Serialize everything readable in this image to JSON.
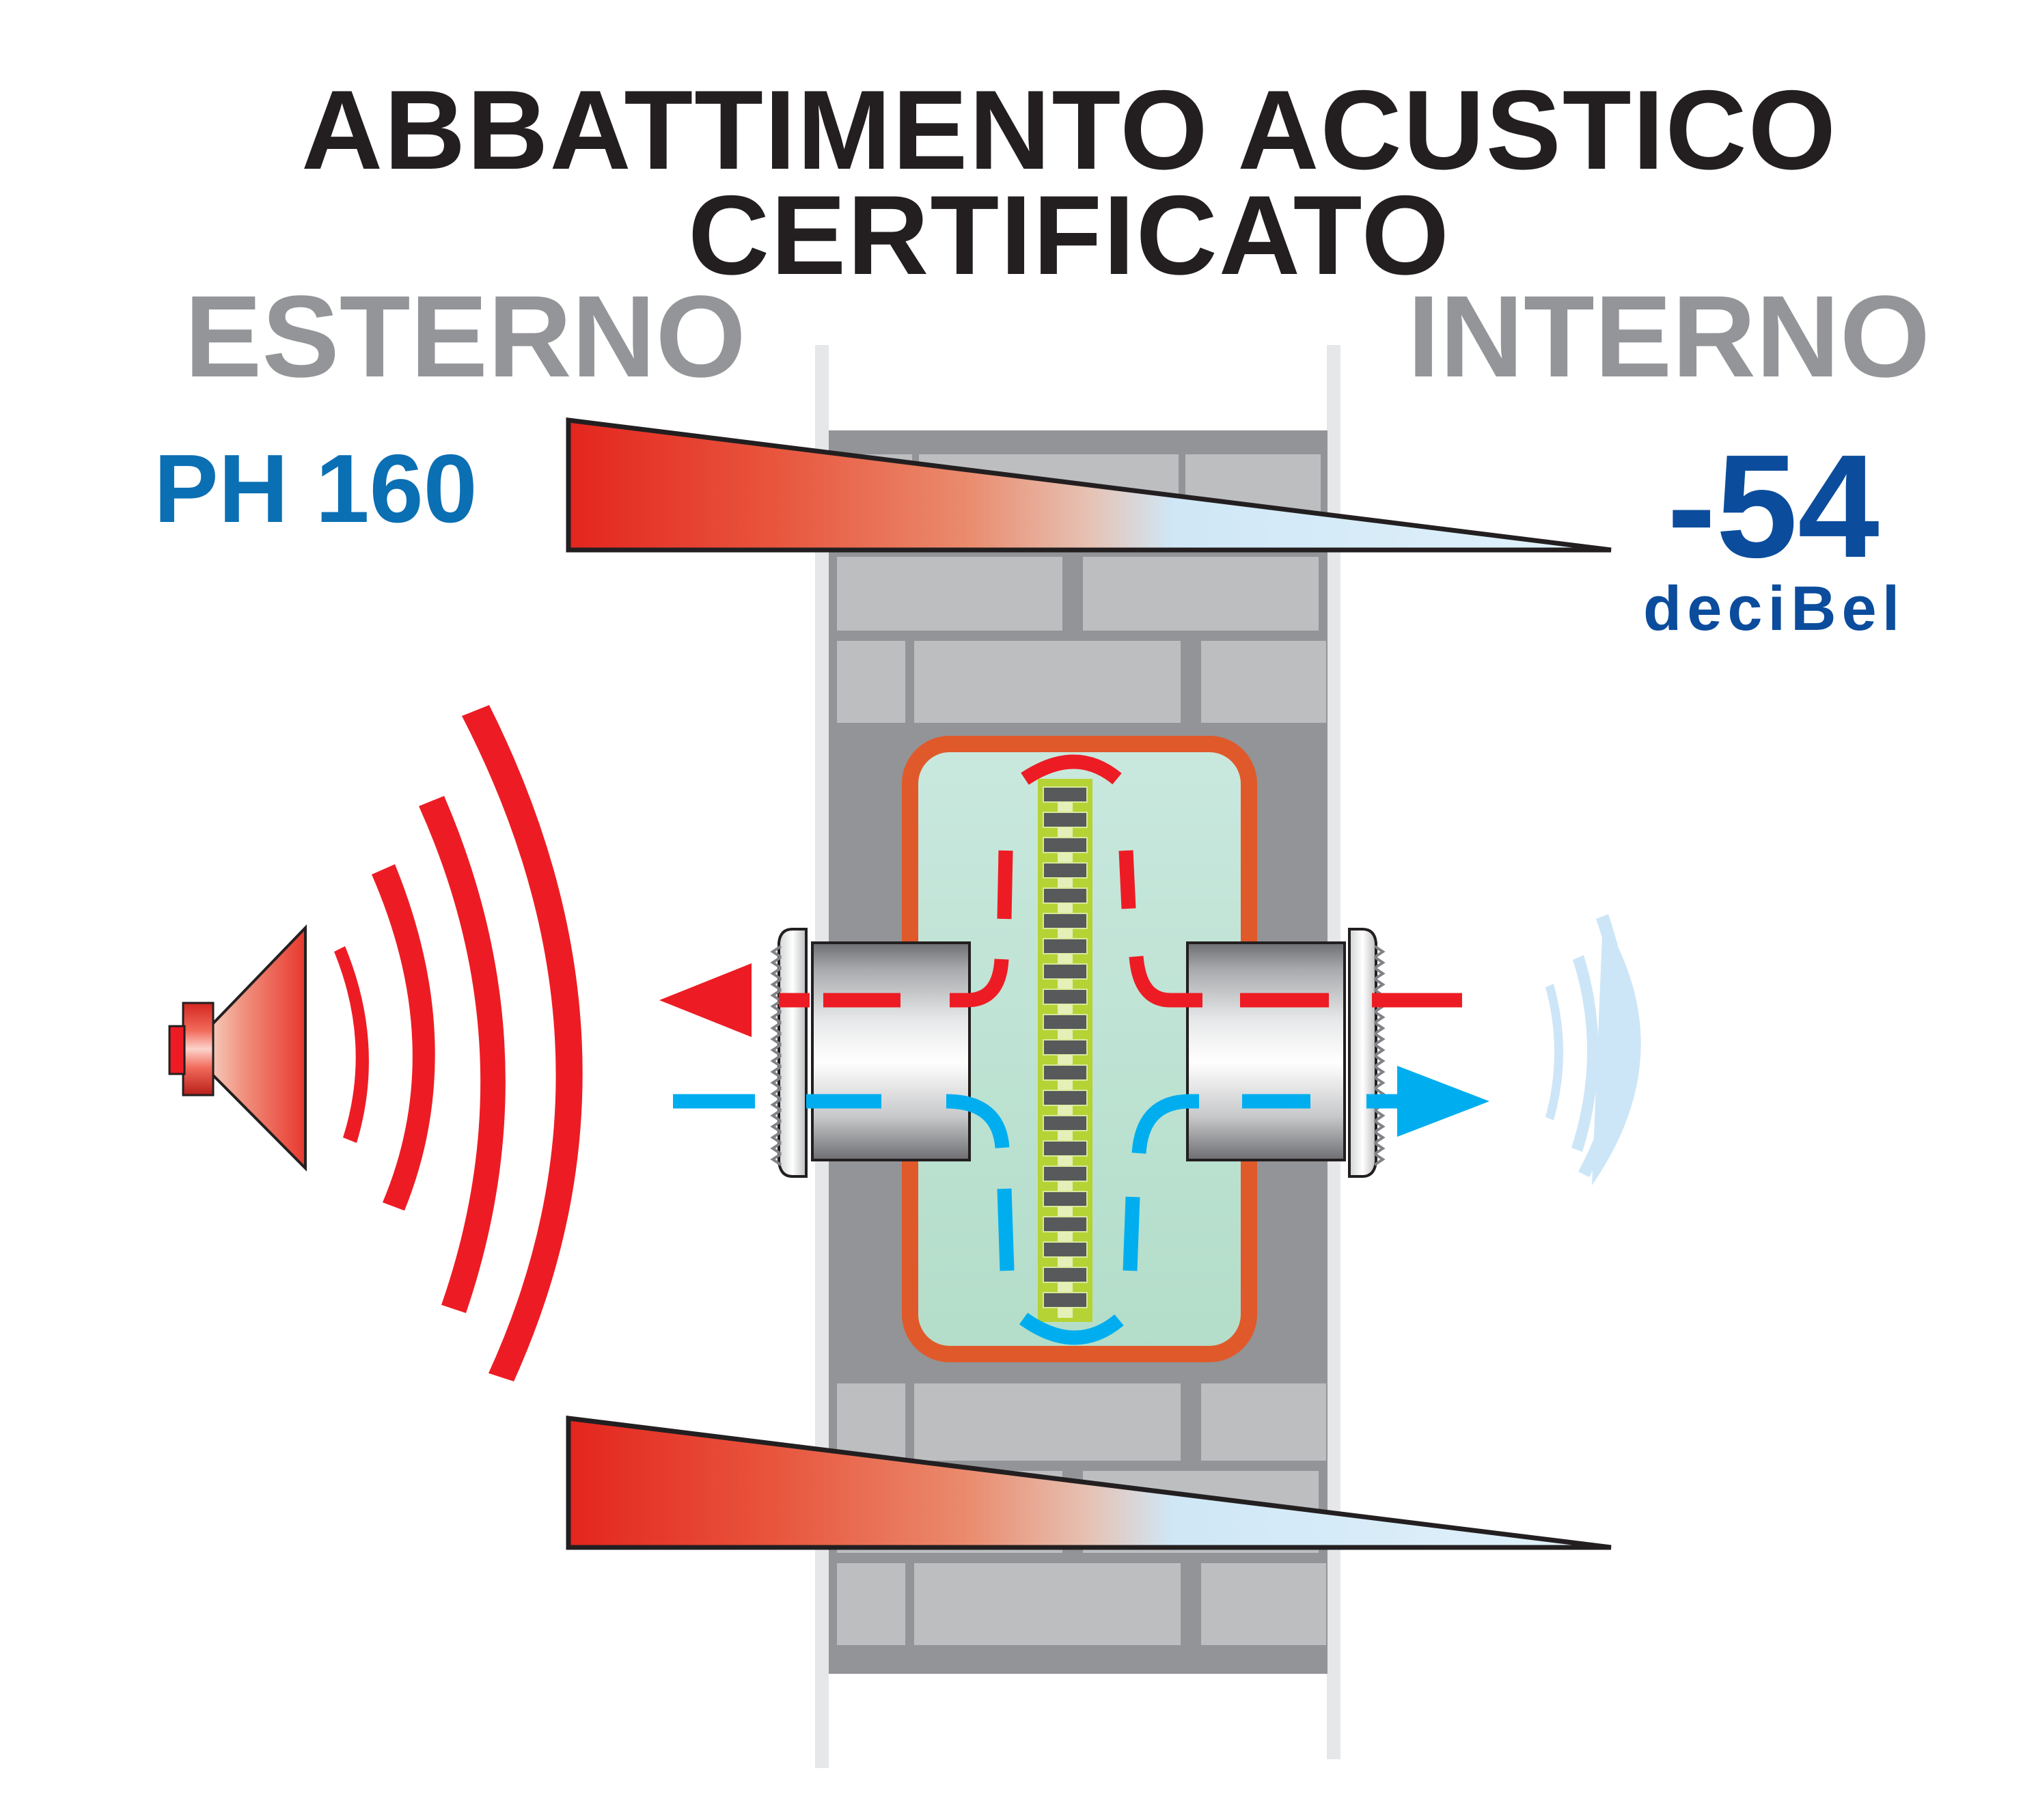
{
  "title": {
    "line1": "ABBATTIMENTO ACUSTICO",
    "line2": "CERTIFICATO"
  },
  "sides": {
    "outside": "ESTERNO",
    "inside": "INTERNO"
  },
  "product": {
    "model": "PH 160"
  },
  "reduction": {
    "value": "-54",
    "unit": "deciBel"
  },
  "colors": {
    "title": "#231f20",
    "side_labels": "#939598",
    "model": "#0b6fb3",
    "reduction": "#0b4c9c",
    "noise_red": "#ed1c24",
    "air_blue": "#00aeef",
    "soft_blue": "#cde6f7",
    "wall_mortar": "#929497",
    "wall_brick": "#bcbec0",
    "chamber_border": "#e0592a",
    "chamber_fill": "#bfe3d4",
    "baffle_green": "#b5d334",
    "baffle_grey": "#58595b"
  },
  "icons": {
    "speaker": "speaker-icon",
    "sound_waves_loud": "sound-waves-loud-icon",
    "sound_waves_soft": "sound-waves-soft-icon",
    "exhaust_arrow": "arrow-left-icon",
    "intake_arrow": "arrow-right-icon"
  }
}
